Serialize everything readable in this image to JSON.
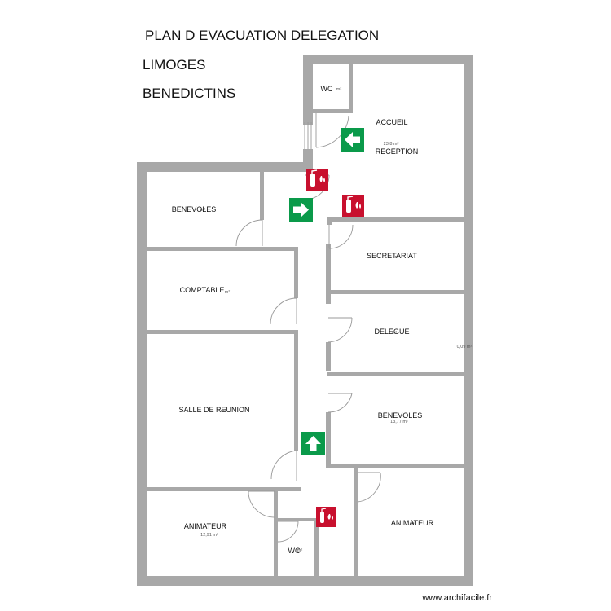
{
  "title": {
    "line1": "PLAN D EVACUATION DELEGATION",
    "line2": "LIMOGES",
    "line3": "BENEDICTINS"
  },
  "rooms": {
    "wc_top": {
      "name": "WC",
      "area": "m²"
    },
    "accueil": {
      "name": "ACCUEIL",
      "area": "23,8 m²",
      "subname": "RECEPTION"
    },
    "benevoles_left": {
      "name": "BENEVOLES",
      "area": "m²"
    },
    "comptable": {
      "name": "COMPTABLE",
      "area": "m²"
    },
    "salle_reunion": {
      "name": "SALLE DE REUNION",
      "area": "m²"
    },
    "animateur_left": {
      "name": "ANIMATEUR",
      "area": "12,91 m²"
    },
    "wc_bottom": {
      "name": "WC",
      "area": "m²"
    },
    "secretariat": {
      "name": "SECRETARIAT",
      "area": "m²"
    },
    "delegue": {
      "name": "DELEGUE",
      "area": "m²"
    },
    "corridor_area": {
      "area": "0,09 m²"
    },
    "benevoles_right": {
      "name": "BENEVOLES",
      "area": "13,77 m²"
    },
    "animateur_right": {
      "name": "ANIMATEUR",
      "area": "m²"
    }
  },
  "symbols": {
    "exit_sign": {
      "icon": "emergency-exit-arrow-icon",
      "color": "#0a9a4a"
    },
    "extinguisher": {
      "icon": "fire-extinguisher-icon",
      "color": "#c8102e"
    }
  },
  "wall_color": "#a8a8a8",
  "watermark": "www.archifacile.fr"
}
